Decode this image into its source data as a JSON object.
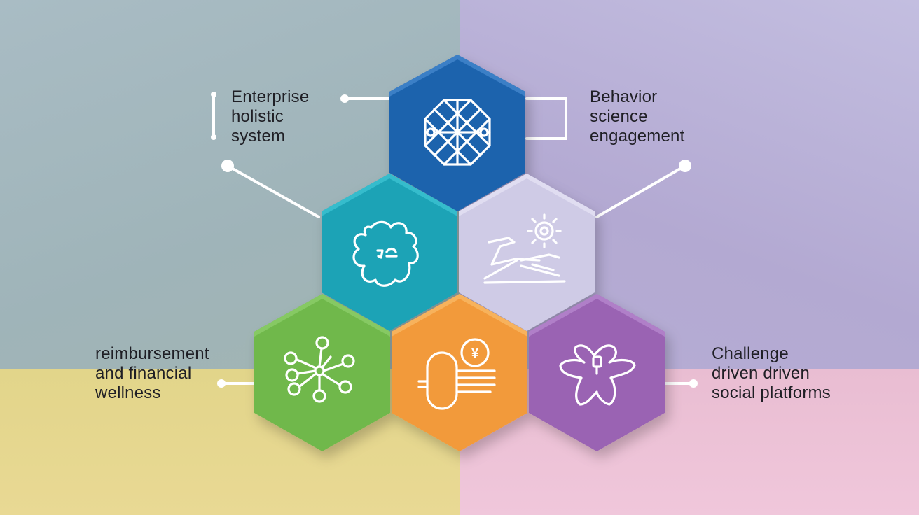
{
  "labels": {
    "enterprise": [
      "Enterprise",
      "holistic",
      "system"
    ],
    "behavior": [
      "Behavior",
      "science",
      "engagement"
    ],
    "reimbursement": [
      "reimbursement",
      "and financial",
      "wellness"
    ],
    "challenge": [
      "Challenge",
      "driven driven",
      "social platforms"
    ]
  },
  "hexagons": [
    {
      "name": "hex-top-blue",
      "color": "#1f63ad",
      "icon": "network-octagon-icon"
    },
    {
      "name": "hex-teal",
      "color": "#1aa3b6",
      "icon": "puzzle-face-icon"
    },
    {
      "name": "hex-lavender",
      "color": "#cfcbe6",
      "icon": "gear-exercise-icon"
    },
    {
      "name": "hex-green",
      "color": "#6fb84c",
      "icon": "hub-nodes-icon"
    },
    {
      "name": "hex-orange",
      "color": "#f29a3b",
      "icon": "coin-currency-icon"
    },
    {
      "name": "hex-purple",
      "color": "#9a64b3",
      "icon": "star-badge-icon"
    }
  ],
  "currency_symbol": "¥"
}
